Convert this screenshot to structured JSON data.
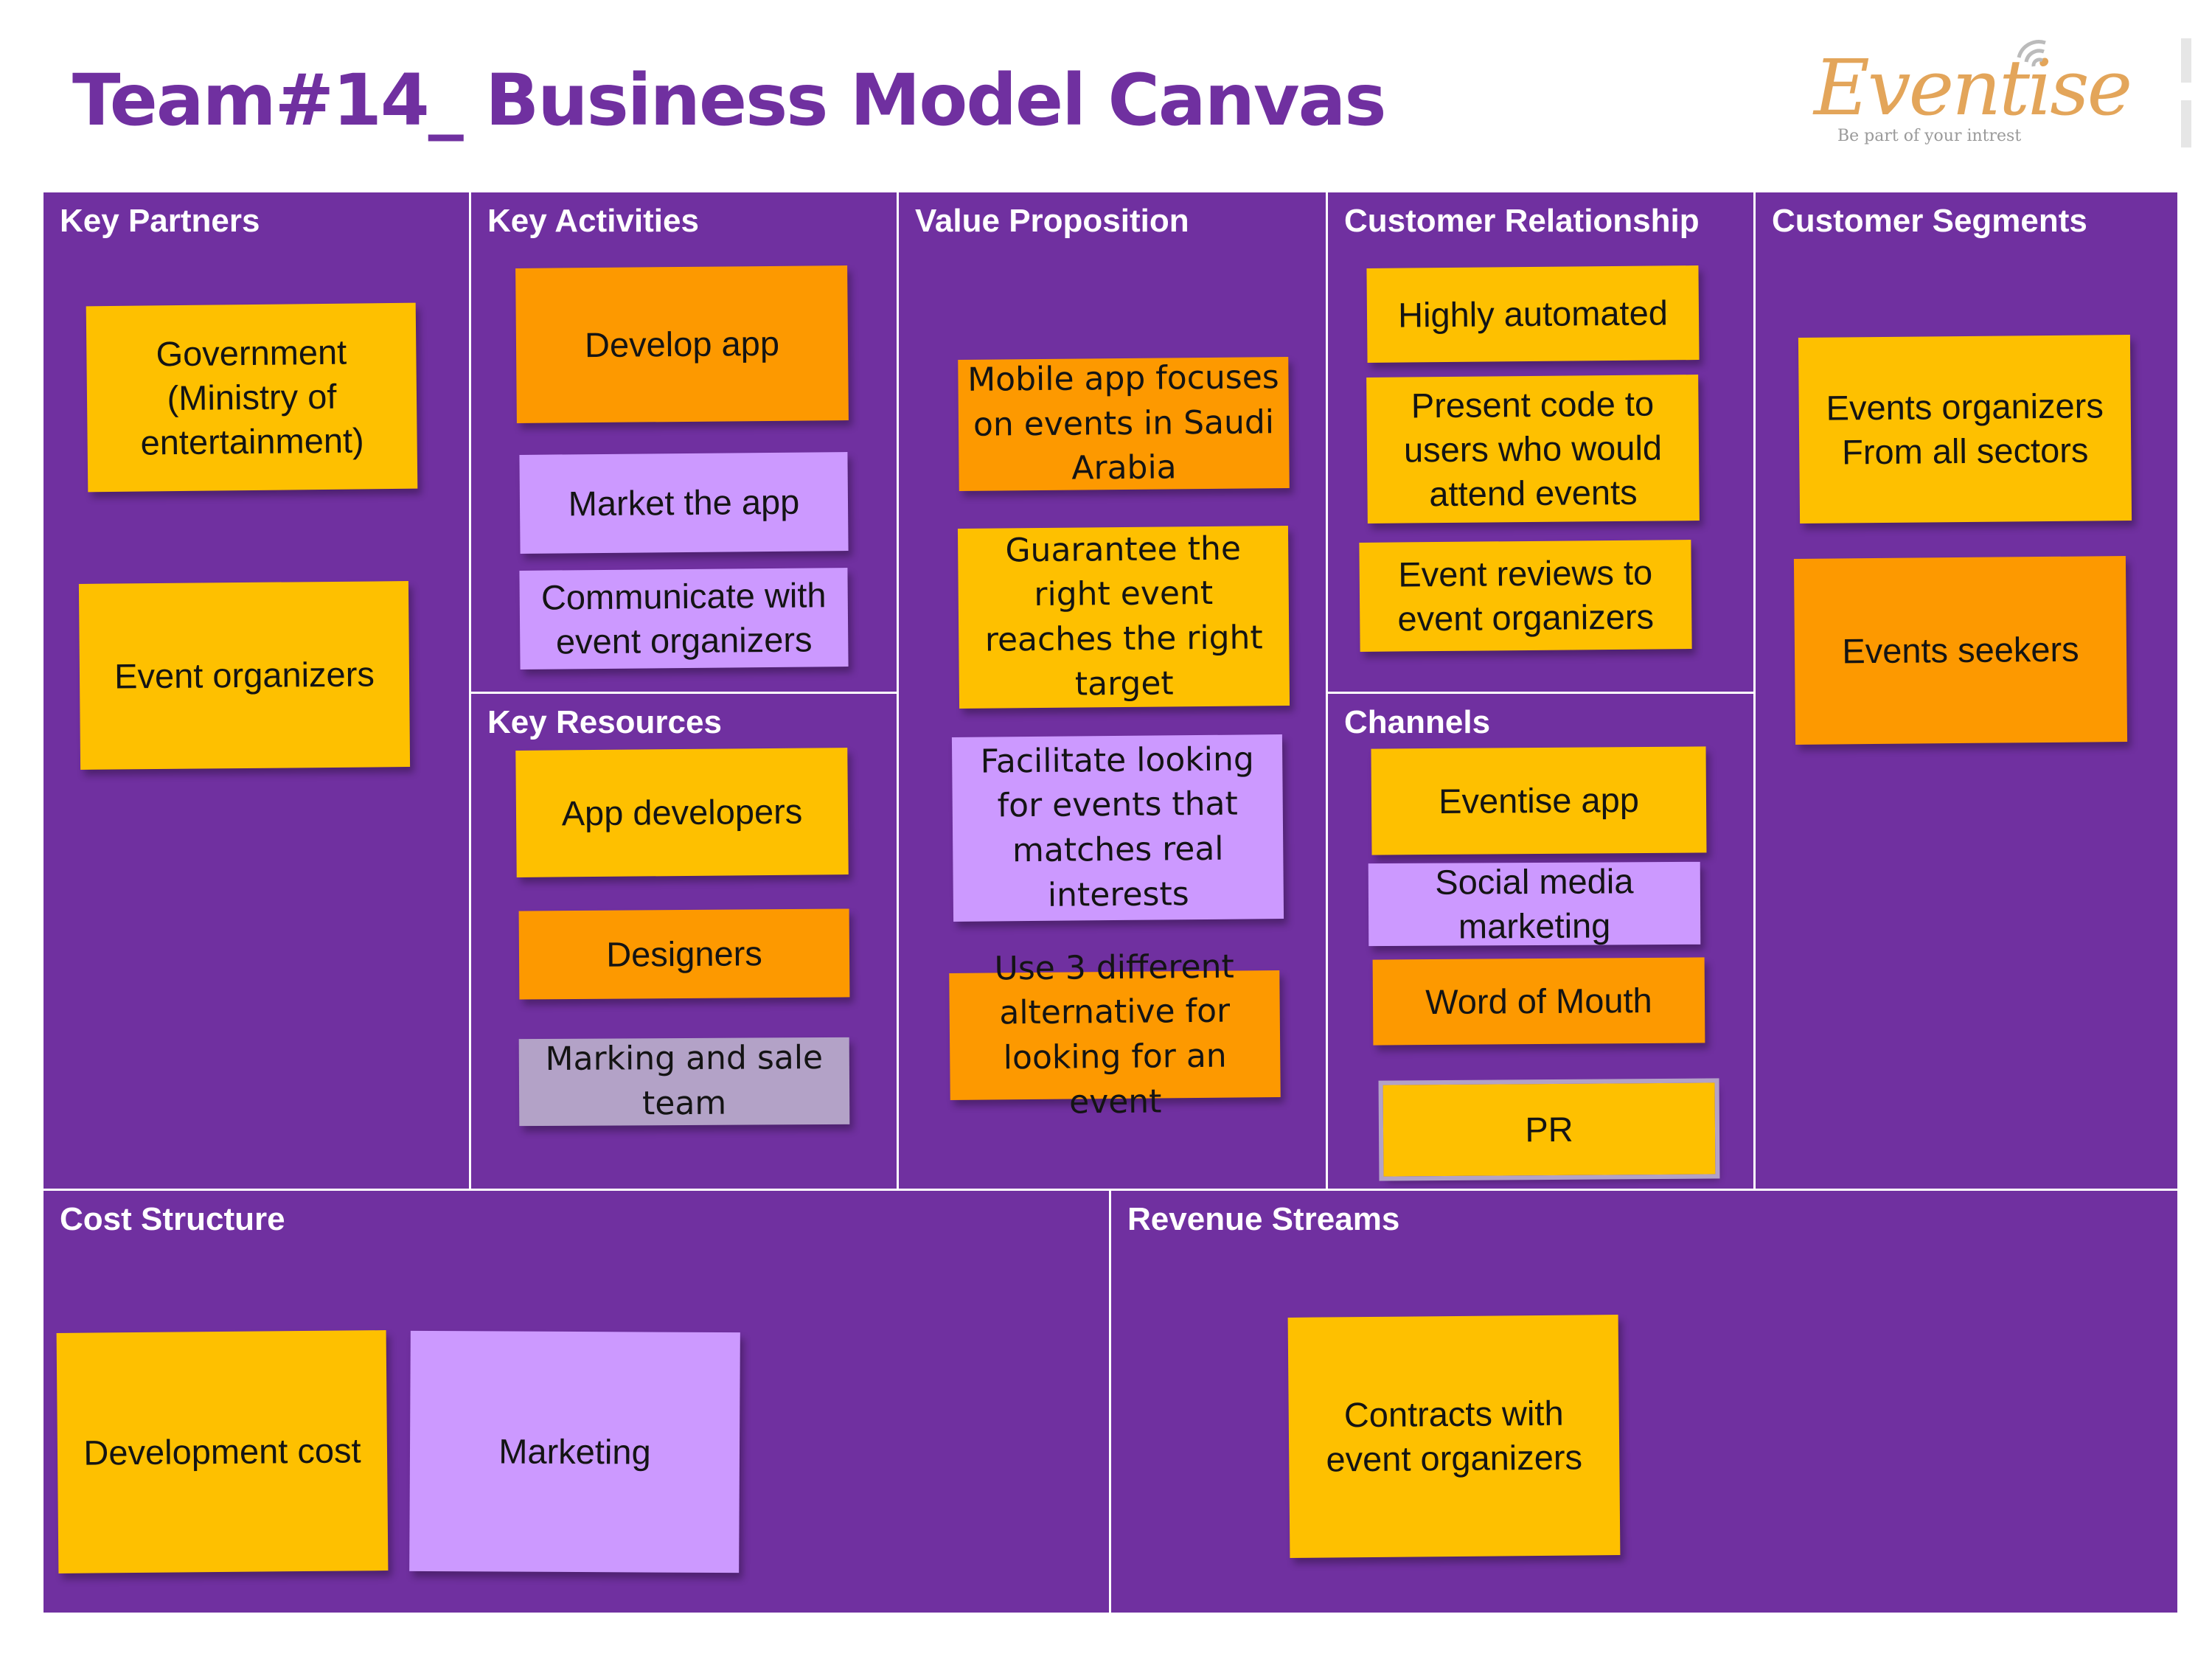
{
  "title": "Team#14_ Business Model Canvas",
  "logo": {
    "name": "Eventise",
    "tagline": "Be part of your intrest"
  },
  "colors": {
    "canvas": "#7030a0",
    "note_yellow": "#fec000",
    "note_orange": "#fd9900",
    "note_lavender": "#cc99ff",
    "note_gray": "#b3a2c7",
    "logo": "#e3a55a"
  },
  "blocks": {
    "key_partners": {
      "title": "Key Partners",
      "notes": [
        "Government (Ministry of entertainment)",
        "Event organizers"
      ]
    },
    "key_activities": {
      "title": "Key Activities",
      "notes": [
        "Develop app",
        "Market the app",
        "Communicate with event organizers"
      ]
    },
    "key_resources": {
      "title": "Key Resources",
      "notes": [
        "App developers",
        "Designers",
        "Marking and sale team"
      ]
    },
    "value_proposition": {
      "title": "Value Proposition",
      "notes": [
        "Mobile app focuses on  events in Saudi Arabia",
        "Guarantee  the right event reaches  the right target",
        "Facilitate looking for events that matches real interests",
        "Use 3 different alternative for looking for an event"
      ]
    },
    "customer_relationship": {
      "title": "Customer Relationship",
      "notes": [
        "Highly automated",
        "Present code to users who would attend events",
        "Event reviews to event organizers"
      ]
    },
    "channels": {
      "title": "Channels",
      "notes": [
        "Eventise app",
        "Social media marketing",
        "Word of Mouth",
        "PR"
      ]
    },
    "customer_segments": {
      "title": "Customer Segments",
      "notes": [
        "Events organizers From all sectors",
        "Events seekers"
      ]
    },
    "cost_structure": {
      "title": "Cost Structure",
      "notes": [
        "Development cost",
        "Marketing"
      ]
    },
    "revenue_streams": {
      "title": "Revenue Streams",
      "notes": [
        "Contracts with event organizers"
      ]
    }
  }
}
